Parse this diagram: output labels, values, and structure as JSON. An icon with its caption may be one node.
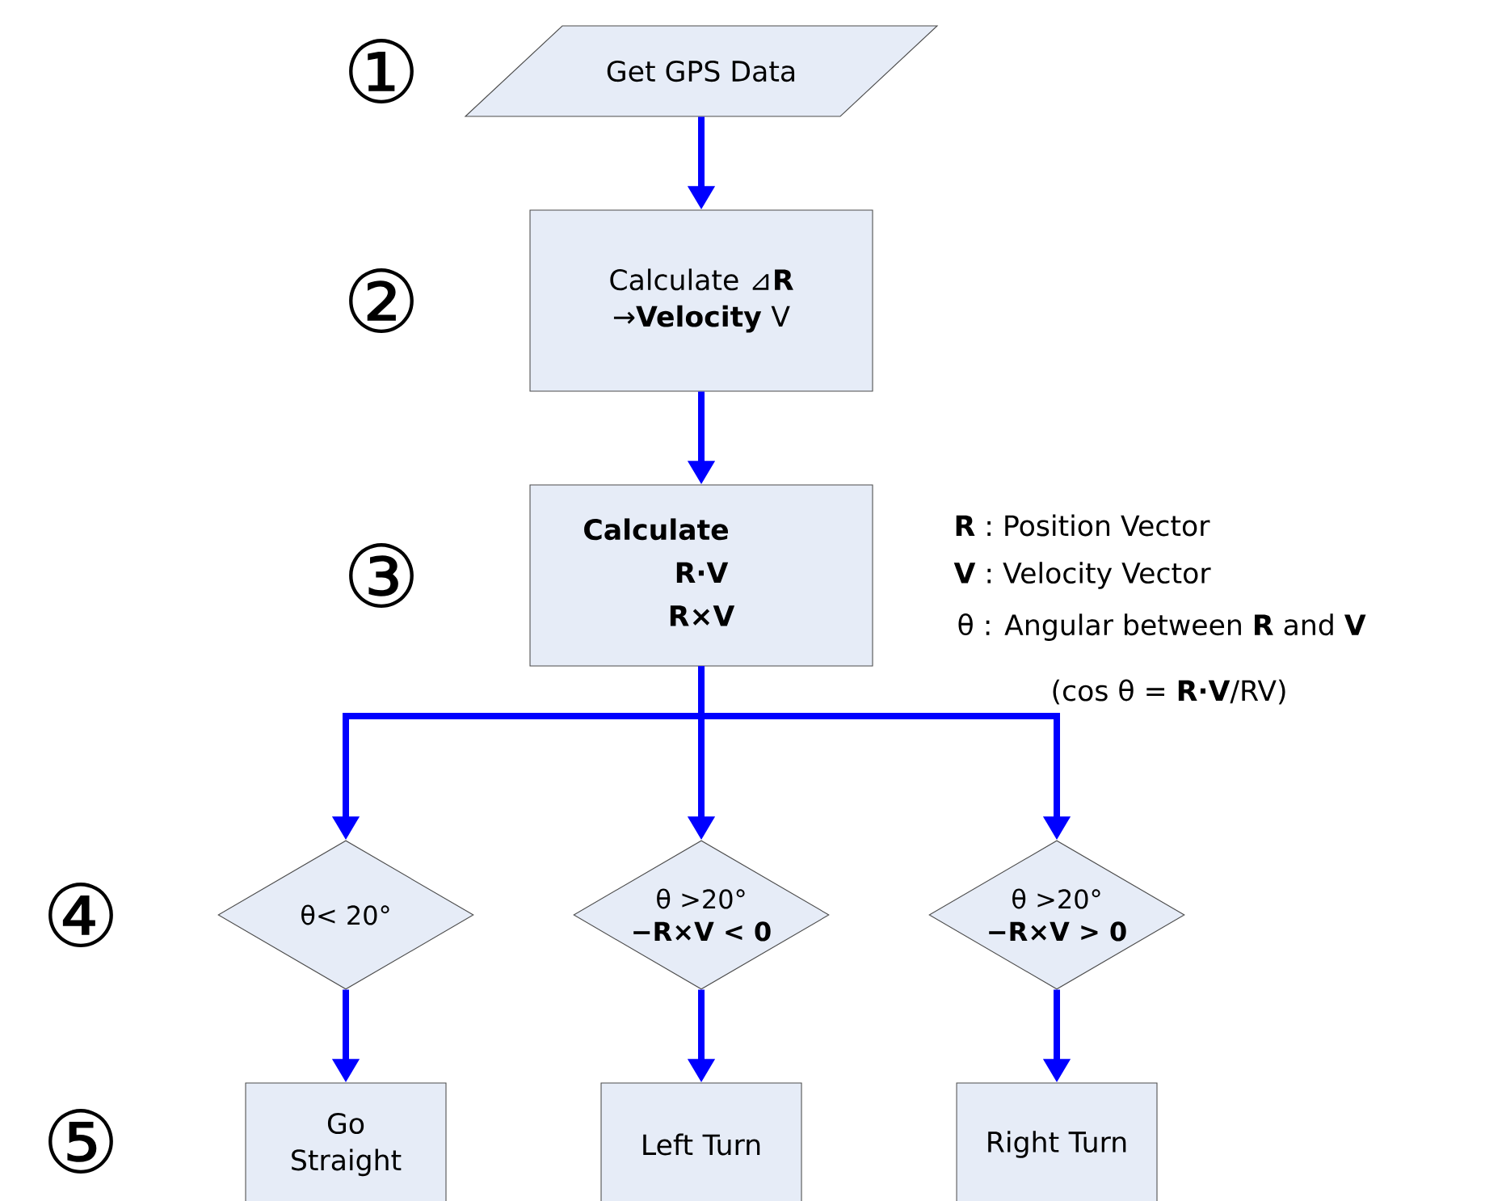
{
  "diagram": {
    "nodes": [
      {
        "text": [
          "Get GPS Data"
        ]
      },
      {
        "text": [
          "Calculate ⊿**R** →**Velocity** V"
        ]
      },
      {
        "text": [
          "Calculate",
          "R·V",
          "R×V"
        ]
      },
      {
        "text": [
          "θ< 20°"
        ]
      },
      {
        "text": [
          "θ >20°",
          "−R×V < 0"
        ]
      },
      {
        "text": [
          "θ >20°",
          "−R×V > 0"
        ]
      },
      {
        "text": [
          "Go Straight"
        ]
      },
      {
        "text": [
          "Left Turn"
        ]
      },
      {
        "text": [
          "Right Turn"
        ]
      }
    ],
    "edges": [
      {
        "from": 0,
        "to": 1,
        "arrow": "to"
      },
      {
        "from": 1,
        "to": 2,
        "arrow": "to"
      },
      {
        "from": 2,
        "to": 3,
        "arrow": "to"
      },
      {
        "from": 2,
        "to": 4,
        "arrow": "to"
      },
      {
        "from": 2,
        "to": 5,
        "arrow": "to"
      },
      {
        "from": 3,
        "to": 6,
        "arrow": "to"
      },
      {
        "from": 4,
        "to": 7,
        "arrow": "to"
      },
      {
        "from": 5,
        "to": 8,
        "arrow": "to"
      }
    ],
    "labels": [
      "①",
      "②",
      "③",
      "**R** : Position Vector",
      "**V** : Velocity Vector",
      "θ : Angular between **R** and **V**",
      "(cos θ = **R·V**/RV)",
      "④",
      "⑤"
    ]
  }
}
